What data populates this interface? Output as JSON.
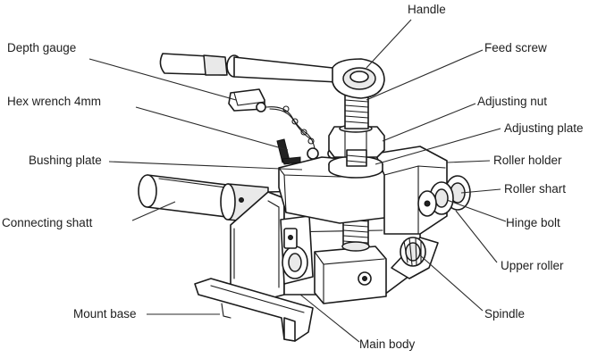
{
  "labels": {
    "handle": "Handle",
    "depth_gauge": "Depth gauge",
    "feed_screw": "Feed screw",
    "hex_wrench": "Hex wrench 4mm",
    "adjusting_nut": "Adjusting nut",
    "adjusting_plate": "Adjusting plate",
    "bushing_plate": "Bushing plate",
    "roller_holder": "Roller holder",
    "roller_shart": "Roller shart",
    "connecting_shatt": "Connecting shatt",
    "hinge_bolt": "Hinge bolt",
    "upper_roller": "Upper roller",
    "mount_base": "Mount base",
    "spindle": "Spindle",
    "main_body": "Main body"
  },
  "colors": {
    "ink": "#1a1a1a",
    "paper": "#ffffff",
    "shade": "#e9e9e9"
  }
}
